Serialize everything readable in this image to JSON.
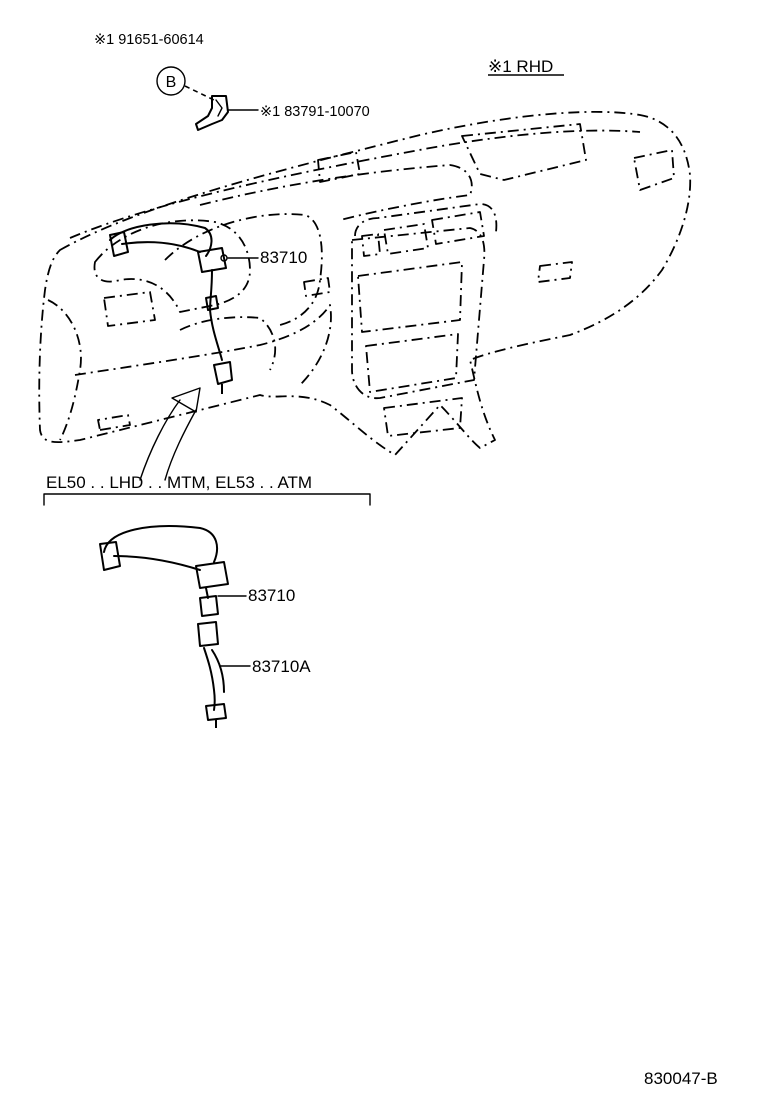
{
  "diagram": {
    "region_label": "※1 RHD",
    "callout_marker": "B",
    "parts": {
      "bracket_bolt": "※1 91651-60614",
      "bracket": "※1 83791-10070",
      "cable_upper": "83710",
      "cable_lower": "83710",
      "cable_extension": "83710A"
    },
    "variant_header": "EL50 . . LHD . . MTM, EL53 . . ATM",
    "figure_code": "830047-B"
  }
}
